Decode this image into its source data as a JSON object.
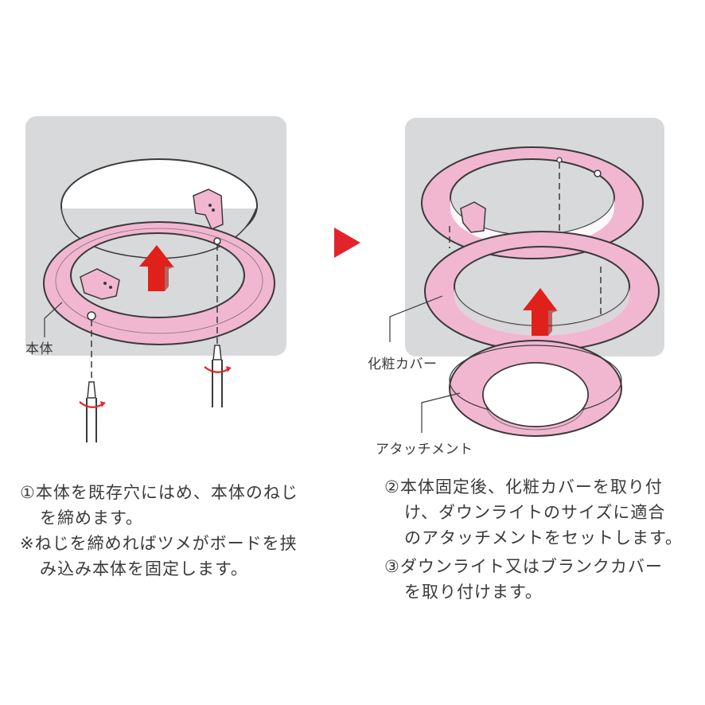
{
  "labels": {
    "body": "本体",
    "cover": "化粧カバー",
    "attachment": "アタッチメント"
  },
  "step1": {
    "line1": "①本体を既存穴にはめ、本体のねじ",
    "line2": "を締めます。",
    "note1": "※ねじを締めればツメがボードを挟",
    "note2": "み込み本体を固定します。"
  },
  "step2": {
    "line1": "②本体固定後、化粧カバーを取り付",
    "line2": "け、ダウンライトのサイズに適合",
    "line3": "のアタッチメントをセットします。"
  },
  "step3": {
    "line1": "③ダウンライト又はブランクカバー",
    "line2": "を取り付けます。"
  },
  "colors": {
    "panel": "#d8d9da",
    "ring_pink": "#f2b7d0",
    "outline": "#3a3a3a",
    "arrow_red": "#e0201a",
    "accent_red": "#e3232c"
  },
  "icons": [
    "up-arrow-icon",
    "right-triangle-arrow-icon",
    "screwdriver-icon",
    "rotate-icon"
  ]
}
